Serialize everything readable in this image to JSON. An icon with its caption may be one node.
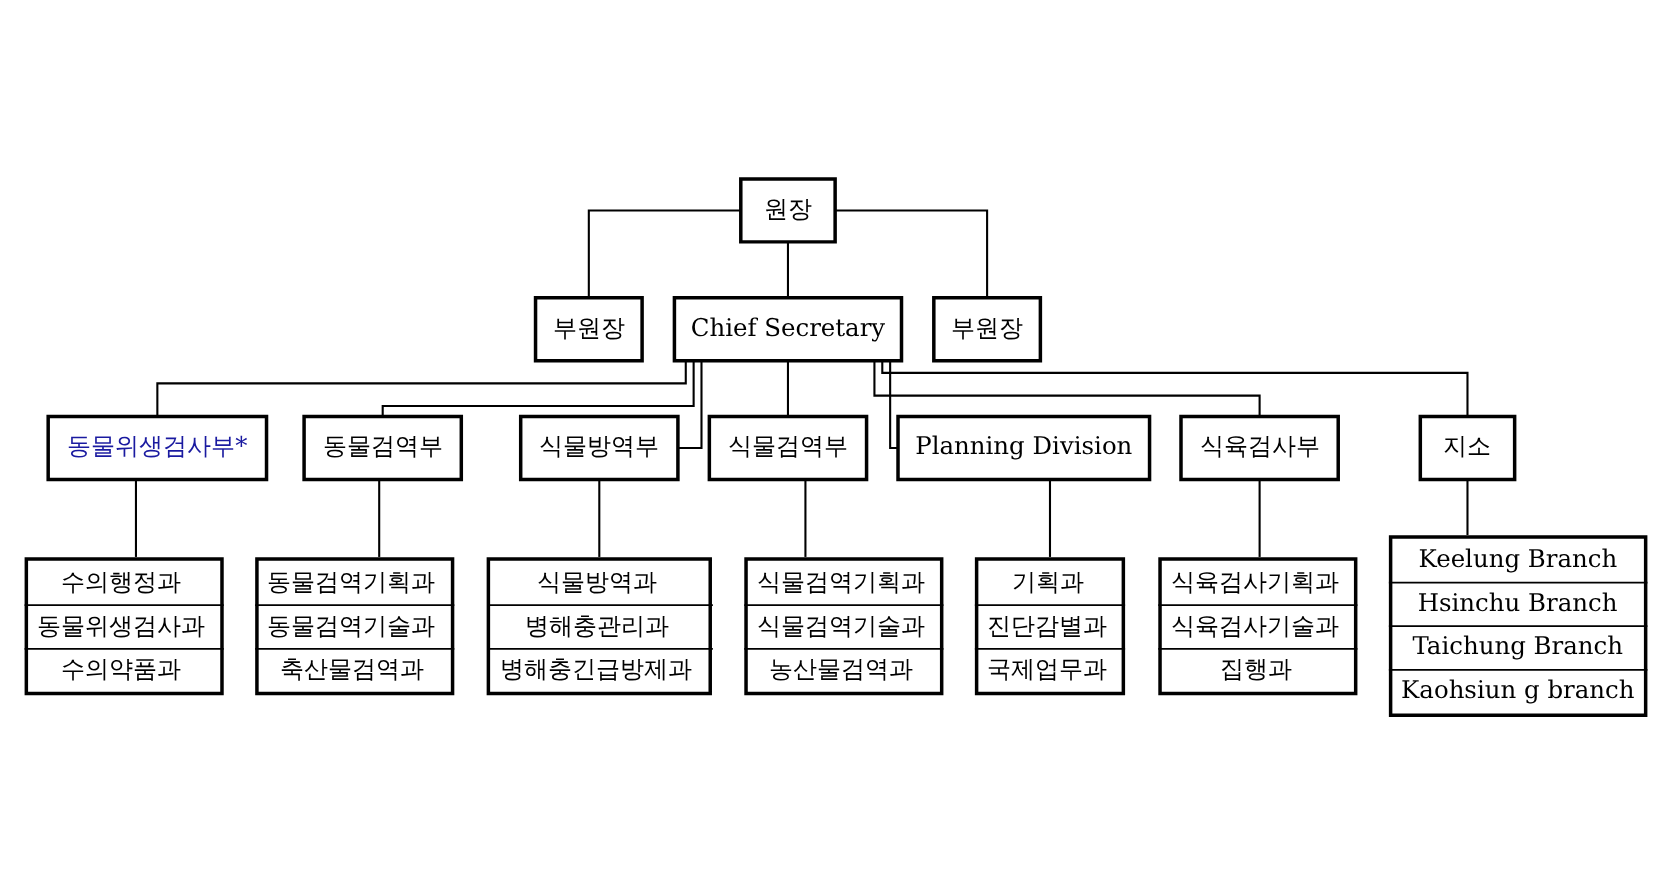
{
  "diagram": {
    "nodes": [
      {
        "text": [
          "원장"
        ]
      },
      {
        "text": [
          "부원장"
        ]
      },
      {
        "text": [
          "Chief Secretary"
        ]
      },
      {
        "text": [
          "부원장"
        ]
      },
      {
        "text": [
          "동물위생검사부*"
        ]
      },
      {
        "text": [
          "동물검역부"
        ]
      },
      {
        "text": [
          "식물방역부"
        ]
      },
      {
        "text": [
          "식물검역부"
        ]
      },
      {
        "text": [
          "Planning Division"
        ]
      },
      {
        "text": [
          "식육검사부"
        ]
      },
      {
        "text": [
          "지소"
        ]
      },
      {
        "text": [
          "수의행정과",
          "동물위생검사과",
          "수의약품과"
        ]
      },
      {
        "text": [
          "동물검역기획과",
          "동물검역기술과",
          "축산물검역과"
        ]
      },
      {
        "text": [
          "식물방역과",
          "병해충관리과",
          "병해충긴급방제과"
        ]
      },
      {
        "text": [
          "식물검역기획과",
          "식물검역기술과",
          "농산물검역과"
        ]
      },
      {
        "text": [
          "기획과",
          "진단감별과",
          "국제업무과"
        ]
      },
      {
        "text": [
          "식육검사기획과",
          "식육검사기술과",
          "집행과"
        ]
      },
      {
        "text": [
          "Keelung Branch",
          "Hsinchu Branch",
          "Taichung Branch",
          "Kaohsiun g branch"
        ]
      }
    ],
    "edges": [
      {
        "from": 0,
        "to": 1,
        "arrow": "none"
      },
      {
        "from": 0,
        "to": 2,
        "arrow": "none"
      },
      {
        "from": 0,
        "to": 3,
        "arrow": "none"
      },
      {
        "from": 2,
        "to": 4,
        "arrow": "none"
      },
      {
        "from": 2,
        "to": 5,
        "arrow": "none"
      },
      {
        "from": 2,
        "to": 6,
        "arrow": "none"
      },
      {
        "from": 2,
        "to": 7,
        "arrow": "none"
      },
      {
        "from": 2,
        "to": 8,
        "arrow": "none"
      },
      {
        "from": 2,
        "to": 9,
        "arrow": "none"
      },
      {
        "from": 2,
        "to": 10,
        "arrow": "none"
      },
      {
        "from": 4,
        "to": 11,
        "arrow": "none"
      },
      {
        "from": 5,
        "to": 12,
        "arrow": "none"
      },
      {
        "from": 6,
        "to": 13,
        "arrow": "none"
      },
      {
        "from": 7,
        "to": 14,
        "arrow": "none"
      },
      {
        "from": 8,
        "to": 15,
        "arrow": "none"
      },
      {
        "from": 9,
        "to": 16,
        "arrow": "none"
      },
      {
        "from": 10,
        "to": 17,
        "arrow": "none"
      }
    ]
  }
}
